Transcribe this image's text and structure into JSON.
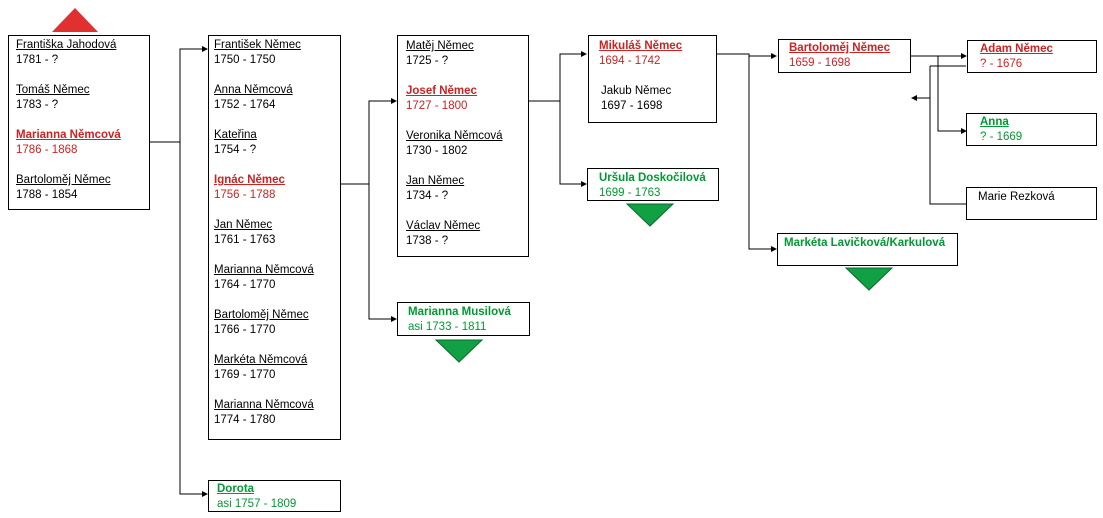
{
  "colors": {
    "ancestor": "#cc2222",
    "female_line": "#009933",
    "line": "#000000",
    "triangle_red": "#e03030",
    "triangle_green": "#11a044"
  },
  "siblings": [
    {
      "name": "Františka Jahodová",
      "dates": "1781 - ?"
    },
    {
      "name": "Tomáš Němec",
      "dates": "1783 - ?"
    },
    {
      "name": "Marianna Němcová",
      "dates": "1786 - 1868",
      "highlight": "red"
    },
    {
      "name": "Bartoloměj Němec",
      "dates": "1788 - 1854"
    }
  ],
  "father_siblings": [
    {
      "name": "František Němec",
      "dates": "1750 - 1750"
    },
    {
      "name": "Anna Němcová",
      "dates": "1752 - 1764"
    },
    {
      "name": "Kateřina",
      "dates": "1754 - ?"
    },
    {
      "name": "Ignác Němec",
      "dates": "1756 - 1788",
      "highlight": "red"
    },
    {
      "name": "Jan Němec",
      "dates": "1761 - 1763"
    },
    {
      "name": "Marianna Němcová",
      "dates": "1764 - 1770"
    },
    {
      "name": "Bartoloměj Němec",
      "dates": "1766 - 1770"
    },
    {
      "name": "Markéta Němcová",
      "dates": "1769 - 1770"
    },
    {
      "name": "Marianna Němcová",
      "dates": "1774 - 1780"
    }
  ],
  "mother": {
    "name": "Dorota",
    "dates": "asi 1757 - 1809"
  },
  "grandfather_siblings": [
    {
      "name": "Matěj Němec",
      "dates": "1725 - ?"
    },
    {
      "name": "Josef Němec",
      "dates": "1727 - 1800",
      "highlight": "red"
    },
    {
      "name": "Veronika Němcová",
      "dates": "1730 - 1802"
    },
    {
      "name": "Jan Němec",
      "dates": "1734 - ?"
    },
    {
      "name": "Václav Němec",
      "dates": "1738 - ?"
    }
  ],
  "grandmother": {
    "name": "Marianna Musilová",
    "dates": "asi 1733 - 1811"
  },
  "ggf_siblings": [
    {
      "name": "Mikuláš Němec",
      "dates": "1694 - 1742",
      "highlight": "red"
    },
    {
      "name": "Jakub Němec",
      "dates": "1697 - 1698"
    }
  ],
  "ggm": {
    "name": "Uršula Doskočilová",
    "dates": "1699 - 1763"
  },
  "gggf": {
    "name": "Bartoloměj Němec",
    "dates": "1659 - 1698"
  },
  "gggm": {
    "name": "Markéta Lavičková/Karkulová",
    "dates": ""
  },
  "ggggf": {
    "name": "Adam Němec",
    "dates": "? - 1676"
  },
  "gggg_child": {
    "name": "Anna",
    "dates": "? - 1669"
  },
  "ggggm": {
    "name": "Marie Rezková",
    "dates": ""
  }
}
